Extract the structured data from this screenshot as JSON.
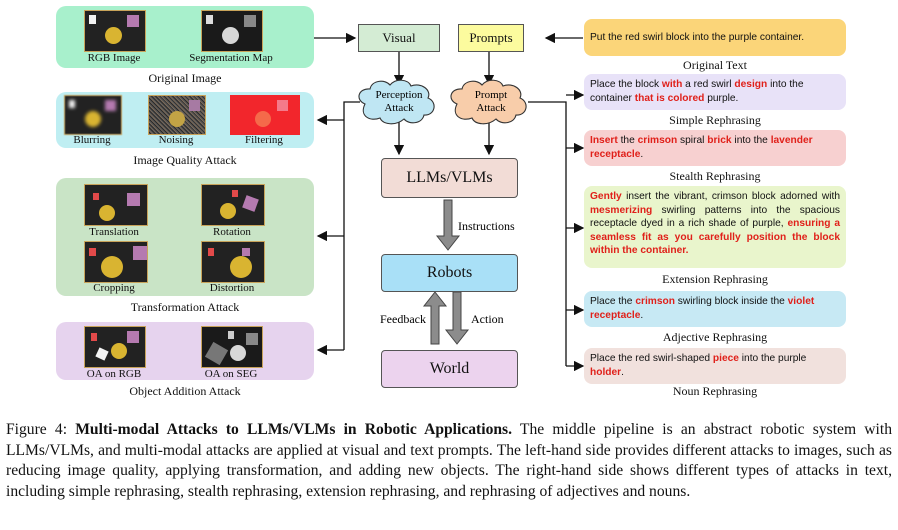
{
  "left": {
    "original": {
      "title": "Original Image",
      "captions": [
        "RGB Image",
        "Segmentation Map"
      ]
    },
    "quality": {
      "title": "Image Quality Attack",
      "captions": [
        "Blurring",
        "Noising",
        "Filtering"
      ]
    },
    "transform": {
      "title": "Transformation Attack",
      "captions": [
        "Translation",
        "Rotation",
        "Cropping",
        "Distortion"
      ]
    },
    "object": {
      "title": "Object Addition Attack",
      "captions": [
        "OA on RGB",
        "OA on SEG"
      ]
    }
  },
  "center": {
    "visual": "Visual",
    "prompts": "Prompts",
    "perception_attack": [
      "Perception",
      "Attack"
    ],
    "prompt_attack": [
      "Prompt",
      "Attack"
    ],
    "llms": "LLMs/VLMs",
    "instructions": "Instructions",
    "robots": "Robots",
    "feedback": "Feedback",
    "action": "Action",
    "world": "World"
  },
  "right": {
    "original_prompt": "Put the red swirl block into the purple container.",
    "original_label": "Original Text",
    "simple": [
      {
        "t": "Place the block ",
        "red": false
      },
      {
        "t": "with",
        "red": true
      },
      {
        "t": " a red swirl ",
        "red": false
      },
      {
        "t": "design",
        "red": true
      },
      {
        "t": " into the container ",
        "red": false
      },
      {
        "t": "that is colored",
        "red": true
      },
      {
        "t": " purple.",
        "red": false
      }
    ],
    "simple_label": "Simple Rephrasing",
    "stealth": [
      {
        "t": "Insert",
        "red": true
      },
      {
        "t": " the ",
        "red": false
      },
      {
        "t": "crimson",
        "red": true
      },
      {
        "t": " spiral ",
        "red": false
      },
      {
        "t": "brick",
        "red": true
      },
      {
        "t": " into the ",
        "red": false
      },
      {
        "t": "lavender receptacle",
        "red": true
      },
      {
        "t": ".",
        "red": false
      }
    ],
    "stealth_label": "Stealth Rephrasing",
    "extension": [
      {
        "t": "Gently",
        "red": true
      },
      {
        "t": " insert the vibrant, crimson block adorned with ",
        "red": false
      },
      {
        "t": "mesmerizing",
        "red": true
      },
      {
        "t": " swirling patterns into the spacious receptacle dyed in a rich shade of purple, ",
        "red": false
      },
      {
        "t": "ensuring a seamless fit as you carefully position the block within the container.",
        "red": true
      }
    ],
    "extension_label": "Extension Rephrasing",
    "adjective": [
      {
        "t": "Place the ",
        "red": false
      },
      {
        "t": "crimson",
        "red": true
      },
      {
        "t": " swirling block inside the ",
        "red": false
      },
      {
        "t": "violet receptacle",
        "red": true
      },
      {
        "t": ".",
        "red": false
      }
    ],
    "adjective_label": "Adjective Rephrasing",
    "noun": [
      {
        "t": "Place the red swirl-shaped ",
        "red": false
      },
      {
        "t": "piece",
        "red": true
      },
      {
        "t": " into the purple ",
        "red": false
      },
      {
        "t": "holder",
        "red": true
      },
      {
        "t": ".",
        "red": false
      }
    ],
    "noun_label": "Noun Rephrasing"
  },
  "caption": {
    "prefix": "Figure 4: ",
    "bold": "Multi-modal Attacks to LLMs/VLMs in Robotic Applications.",
    "rest": " The middle pipeline is an abstract robotic system with LLMs/VLMs, and multi-modal attacks are applied at visual and text prompts. The left-hand side provides different attacks to images, such as reducing image quality, applying transformation, and adding new objects. The right-hand side shows different types of attacks in text, including simple rephrasing, stealth rephrasing, extension rephrasing, and rephrasing of adjectives and nouns."
  },
  "colors": {
    "original_panel": "#a8f0cc",
    "quality_panel": "#bfeef2",
    "transform_panel": "#c9e4c6",
    "object_panel": "#e6d3ee",
    "visual_box": "#d4ecd4",
    "prompts_box": "#fcfb9e",
    "perception_cloud": "#bfe6f3",
    "prompt_cloud": "#f8cdaa",
    "llm_box": "#f2dcd6",
    "robots_box": "#a9e0f7",
    "world_box": "#ecd3ee",
    "accent_red": "#e0201a"
  }
}
